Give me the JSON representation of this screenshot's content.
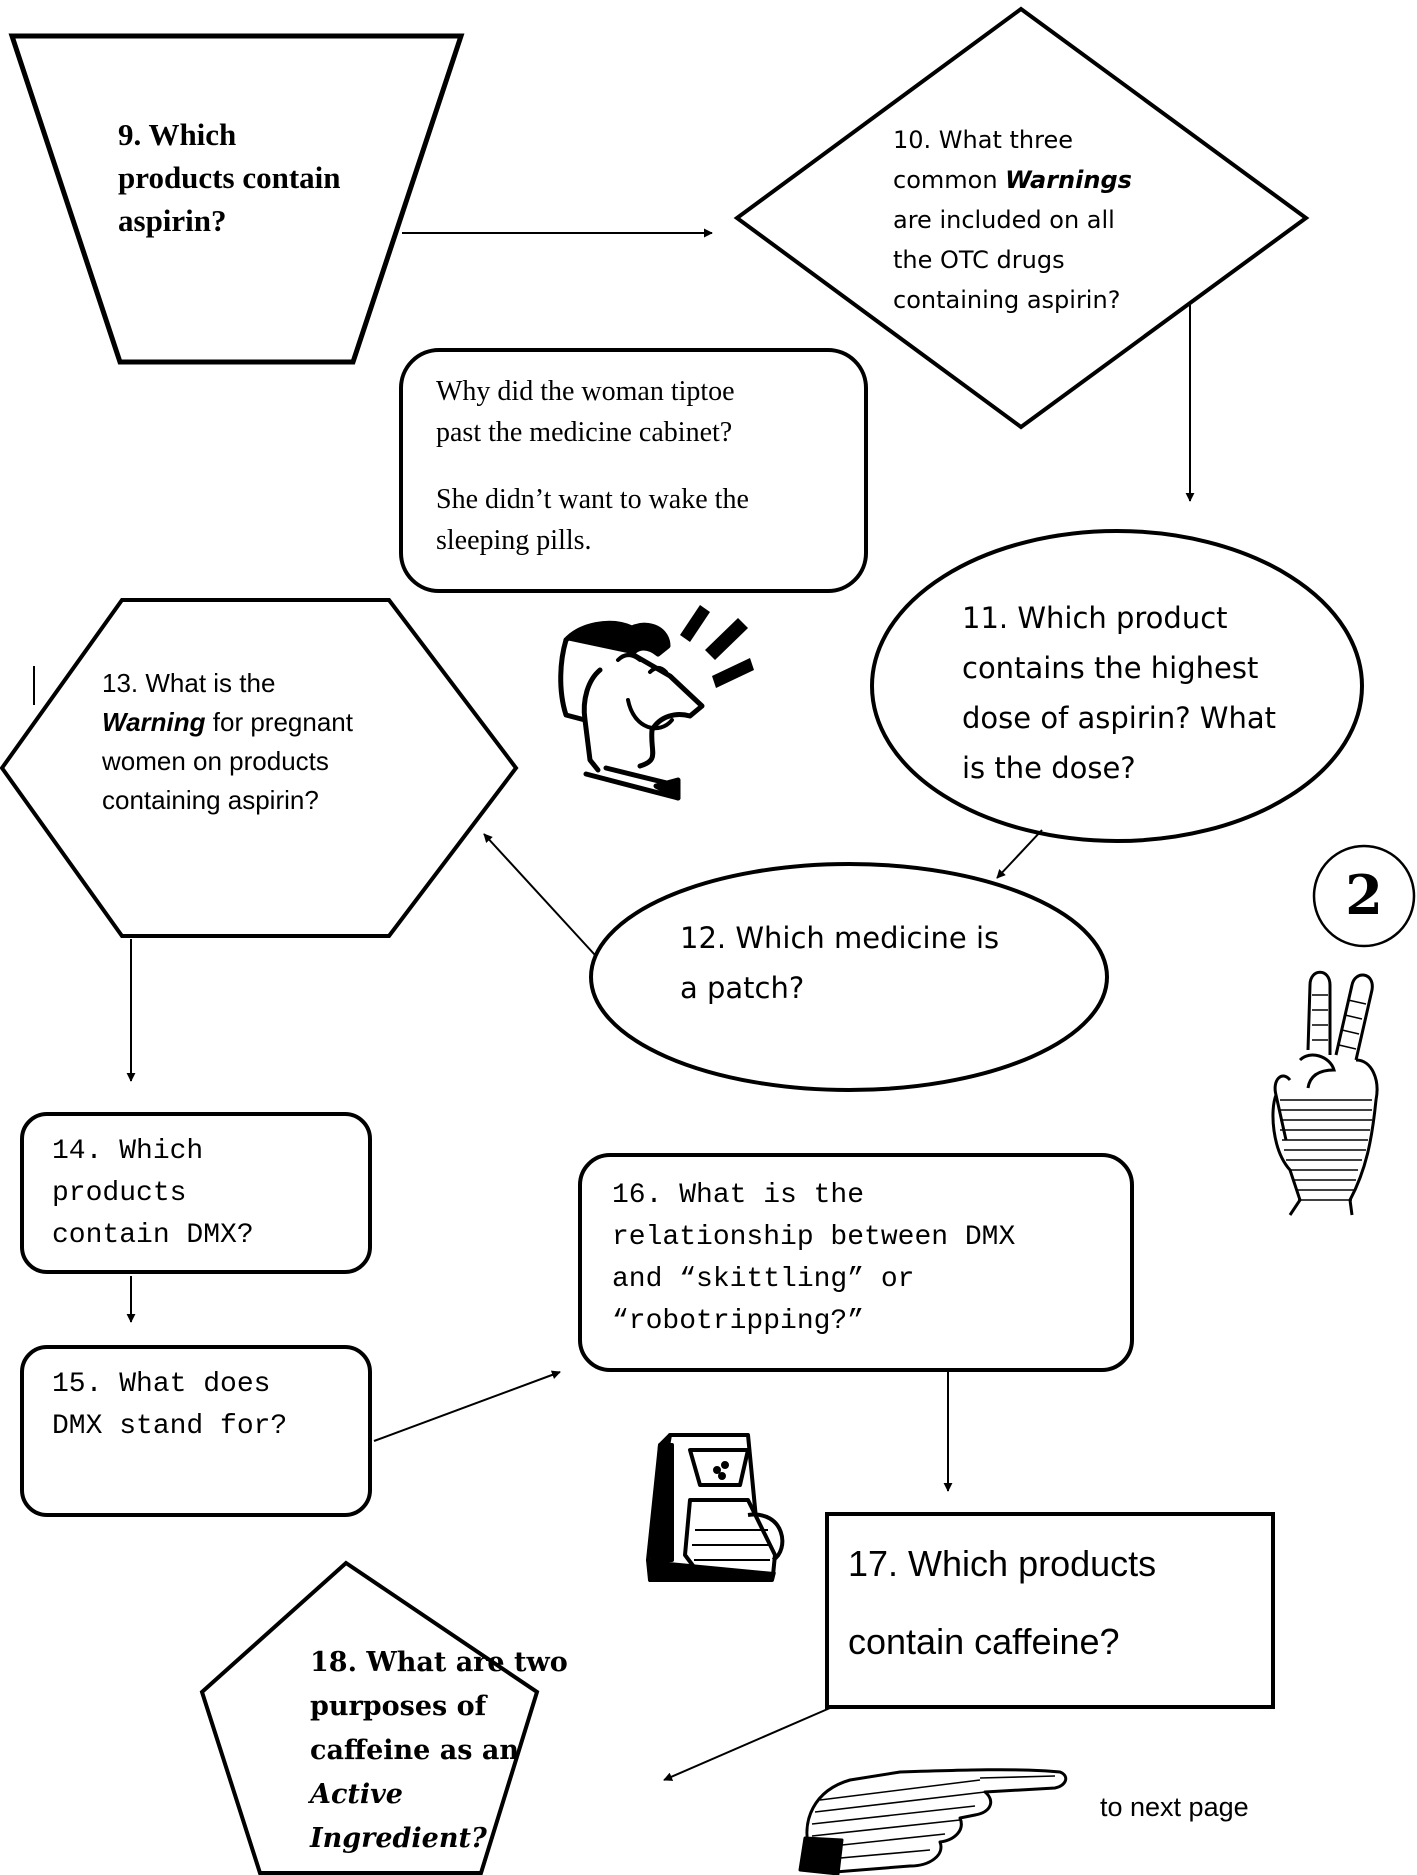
{
  "nodes": {
    "q9": {
      "lines": [
        "9. Which",
        "products contain",
        "aspirin?"
      ]
    },
    "q10": {
      "l1": "10. What three",
      "l2_pre": "common ",
      "l2_em": "Warnings",
      "l3": "are included on all",
      "l4": "the OTC drugs",
      "l5": "containing aspirin?"
    },
    "joke": {
      "q1": "Why did the woman tiptoe",
      "q2": "past the medicine cabinet?",
      "a1": "She didn’t want to wake the",
      "a2": "sleeping pills."
    },
    "q11": {
      "lines": [
        "11. Which product",
        "contains the highest",
        "dose of aspirin? What",
        "is the dose?"
      ]
    },
    "q12": {
      "lines": [
        "12. Which medicine is",
        "a patch?"
      ]
    },
    "q13": {
      "l1": "13. What is the",
      "l2_em": "Warning",
      "l2_post": " for pregnant",
      "l3": "women on products",
      "l4": "containing aspirin?"
    },
    "q14": {
      "lines": [
        "14. Which",
        "products",
        "contain DMX?"
      ]
    },
    "q15": {
      "lines": [
        "15. What does",
        "DMX stand for?"
      ]
    },
    "q16": {
      "lines": [
        "16. What is the",
        "relationship between DMX",
        "and “skittling” or",
        "“robotripping?”"
      ]
    },
    "q17": {
      "l1": "17. Which products",
      "l2": "contain caffeine?"
    },
    "q18": {
      "l1": "18. What are two",
      "l2": "purposes of",
      "l3": "caffeine as an",
      "l4": "Active",
      "l5": "Ingredient?"
    }
  },
  "page_badge": "2",
  "next_page_label": "to next page",
  "icons": [
    "laughing-man-icon",
    "two-fingers-hand-icon",
    "coffee-maker-icon",
    "pointing-hand-icon"
  ],
  "colors": {
    "stroke": "#000000",
    "background": "#ffffff"
  }
}
